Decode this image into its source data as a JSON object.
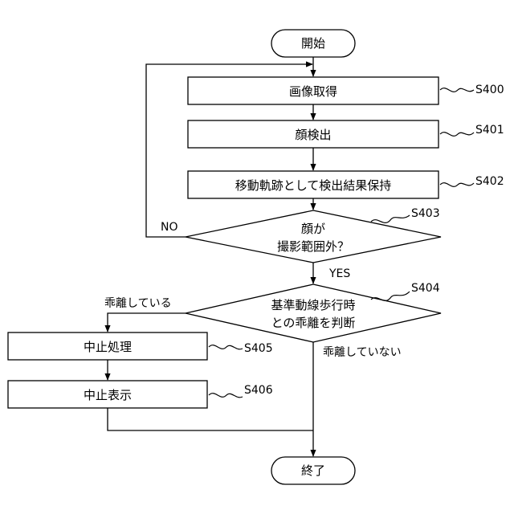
{
  "start": {
    "label": "開始"
  },
  "end": {
    "label": "終了"
  },
  "steps": {
    "s400": {
      "label": "画像取得",
      "ref": "S400"
    },
    "s401": {
      "label": "顔検出",
      "ref": "S401"
    },
    "s402": {
      "label": "移動軌跡として検出結果保持",
      "ref": "S402"
    },
    "s403": {
      "line1": "顔が",
      "line2": "撮影範囲外？",
      "ref": "S403"
    },
    "s404": {
      "line1": "基準動線歩行時",
      "line2": "との乖離を判断",
      "ref": "S404"
    },
    "s405": {
      "label": "中止処理",
      "ref": "S405"
    },
    "s406": {
      "label": "中止表示",
      "ref": "S406"
    }
  },
  "branches": {
    "no": "NO",
    "yes": "YES",
    "deviating": "乖離している",
    "not_deviating": "乖離していない"
  }
}
